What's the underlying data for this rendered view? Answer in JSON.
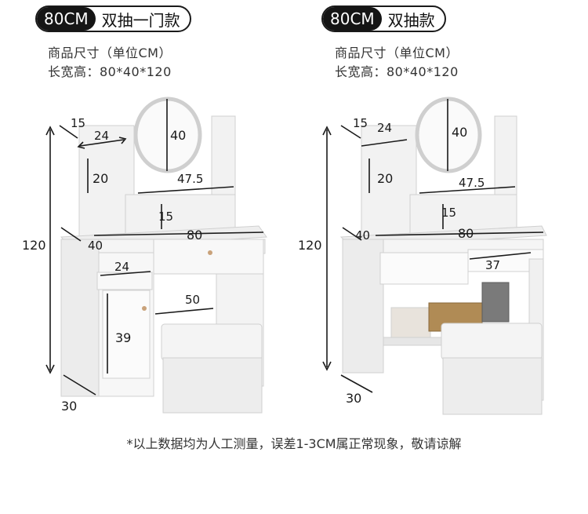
{
  "left_panel": {
    "badge_size": "80CM",
    "badge_name": "双抽一门款",
    "spec_title": "商品尺寸（单位CM）",
    "spec_dims": "长宽高：80*40*120",
    "dims": {
      "mirror_w": "15",
      "shelf_w": "24",
      "mirror_h": "40",
      "shelf_h": "20",
      "tray_w": "47.5",
      "niche_h": "15",
      "top_w": "80",
      "depth": "40",
      "drawer_w": "24",
      "knee_w": "50",
      "door_h": "39",
      "total_h": "120",
      "stool_d": "30"
    }
  },
  "right_panel": {
    "badge_size": "80CM",
    "badge_name": "双抽款",
    "spec_title": "商品尺寸（单位CM）",
    "spec_dims": "长宽高：80*40*120",
    "dims": {
      "mirror_w": "15",
      "shelf_w": "24",
      "mirror_h": "40",
      "shelf_h": "20",
      "tray_w": "47.5",
      "niche_h": "15",
      "top_w": "80",
      "depth": "40",
      "drawer_w": "37",
      "total_h": "120",
      "stool_d": "30"
    }
  },
  "footer_note": "*以上数据均为人工测量，误差1-3CM属正常现象，敬请谅解"
}
